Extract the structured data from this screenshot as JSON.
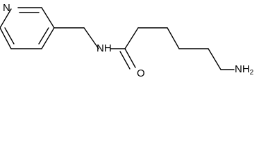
{
  "molecule": {
    "atoms": [
      {
        "id": "n_pyridine",
        "label": "N"
      },
      {
        "id": "n_amide",
        "label": "N",
        "sub": "H"
      },
      {
        "id": "o_carbonyl",
        "label": "O"
      },
      {
        "id": "n_amine",
        "label": "NH",
        "sub": "2"
      }
    ]
  }
}
